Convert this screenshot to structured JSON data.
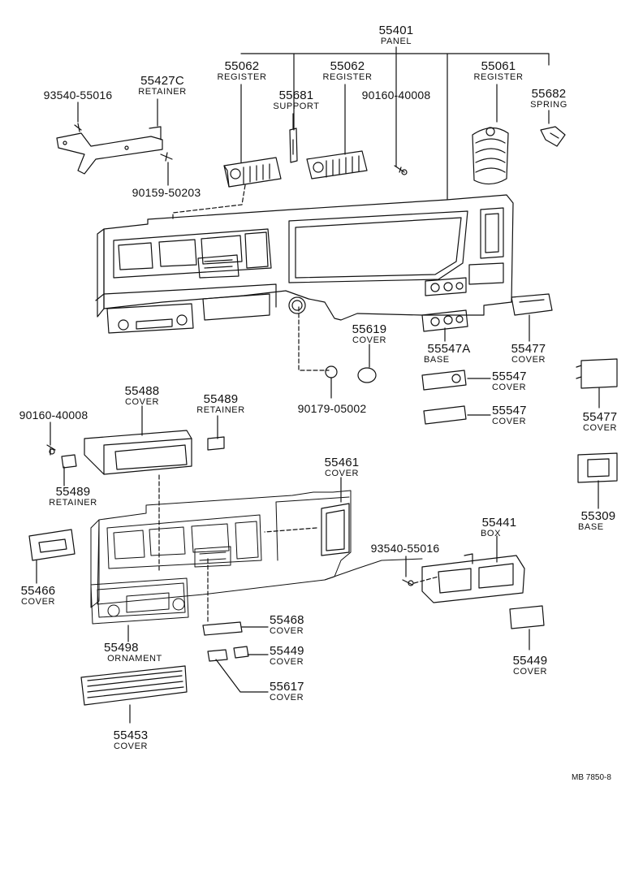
{
  "colors": {
    "ink": "#111111",
    "paper": "#ffffff"
  },
  "callouts": [
    {
      "id": "p55401",
      "number": "55401",
      "name": "PANEL"
    },
    {
      "id": "p55062a",
      "number": "55062",
      "name": "REGISTER"
    },
    {
      "id": "p55062b",
      "number": "55062",
      "name": "REGISTER"
    },
    {
      "id": "p55061",
      "number": "55061",
      "name": "REGISTER"
    },
    {
      "id": "p55427c",
      "number": "55427C",
      "name": "RETAINER"
    },
    {
      "id": "p93540a",
      "number": "93540-55016",
      "name": ""
    },
    {
      "id": "p55681",
      "number": "55681",
      "name": "SUPPORT"
    },
    {
      "id": "p90160a",
      "number": "90160-40008",
      "name": ""
    },
    {
      "id": "p55682",
      "number": "55682",
      "name": "SPRING"
    },
    {
      "id": "p90159",
      "number": "90159-50203",
      "name": ""
    },
    {
      "id": "p55619",
      "number": "55619",
      "name": "COVER"
    },
    {
      "id": "p55547a",
      "number": "55547A",
      "name": "BASE"
    },
    {
      "id": "p55477a",
      "number": "55477",
      "name": "COVER"
    },
    {
      "id": "p55547b",
      "number": "55547",
      "name": "COVER"
    },
    {
      "id": "p55547c",
      "number": "55547",
      "name": "COVER"
    },
    {
      "id": "p90179",
      "number": "90179-05002",
      "name": ""
    },
    {
      "id": "p55477b",
      "number": "55477",
      "name": "COVER"
    },
    {
      "id": "p55488",
      "number": "55488",
      "name": "COVER"
    },
    {
      "id": "p55489a",
      "number": "55489",
      "name": "RETAINER"
    },
    {
      "id": "p90160b",
      "number": "90160-40008",
      "name": ""
    },
    {
      "id": "p55489b",
      "number": "55489",
      "name": "RETAINER"
    },
    {
      "id": "p55461",
      "number": "55461",
      "name": "COVER"
    },
    {
      "id": "p55309",
      "number": "55309",
      "name": "BASE"
    },
    {
      "id": "p55441",
      "number": "55441",
      "name": "BOX"
    },
    {
      "id": "p93540b",
      "number": "93540-55016",
      "name": ""
    },
    {
      "id": "p55466",
      "number": "55466",
      "name": "COVER"
    },
    {
      "id": "p55468",
      "number": "55468",
      "name": "COVER"
    },
    {
      "id": "p55498",
      "number": "55498",
      "name": "ORNAMENT"
    },
    {
      "id": "p55449a",
      "number": "55449",
      "name": "COVER"
    },
    {
      "id": "p55449b",
      "number": "55449",
      "name": "COVER"
    },
    {
      "id": "p55617",
      "number": "55617",
      "name": "COVER"
    },
    {
      "id": "p55453",
      "number": "55453",
      "name": "COVER"
    }
  ],
  "drawing_ref": "MB 7850-8"
}
